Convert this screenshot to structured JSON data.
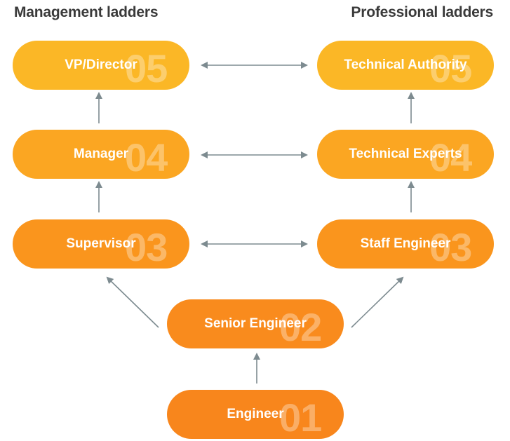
{
  "headings": {
    "management": "Management ladders",
    "professional": "Professional ladders"
  },
  "colors": {
    "level_5": "#fbb726",
    "level_4": "#fba622",
    "level_3": "#fa951d",
    "level_2": "#f98b1d",
    "level_1": "#f8861c",
    "arrow": "#7d8b90",
    "heading_text": "#3a3a3a"
  },
  "management": [
    {
      "label": "VP/Director",
      "number": "05"
    },
    {
      "label": "Manager",
      "number": "04"
    },
    {
      "label": "Supervisor",
      "number": "03"
    }
  ],
  "professional": [
    {
      "label": "Technical Authority",
      "number": "05"
    },
    {
      "label": "Technical Experts",
      "number": "04"
    },
    {
      "label": "Staff Engineer",
      "number": "03"
    }
  ],
  "shared": [
    {
      "label": "Senior Engineer",
      "number": "02"
    },
    {
      "label": "Engineer",
      "number": "01"
    }
  ]
}
